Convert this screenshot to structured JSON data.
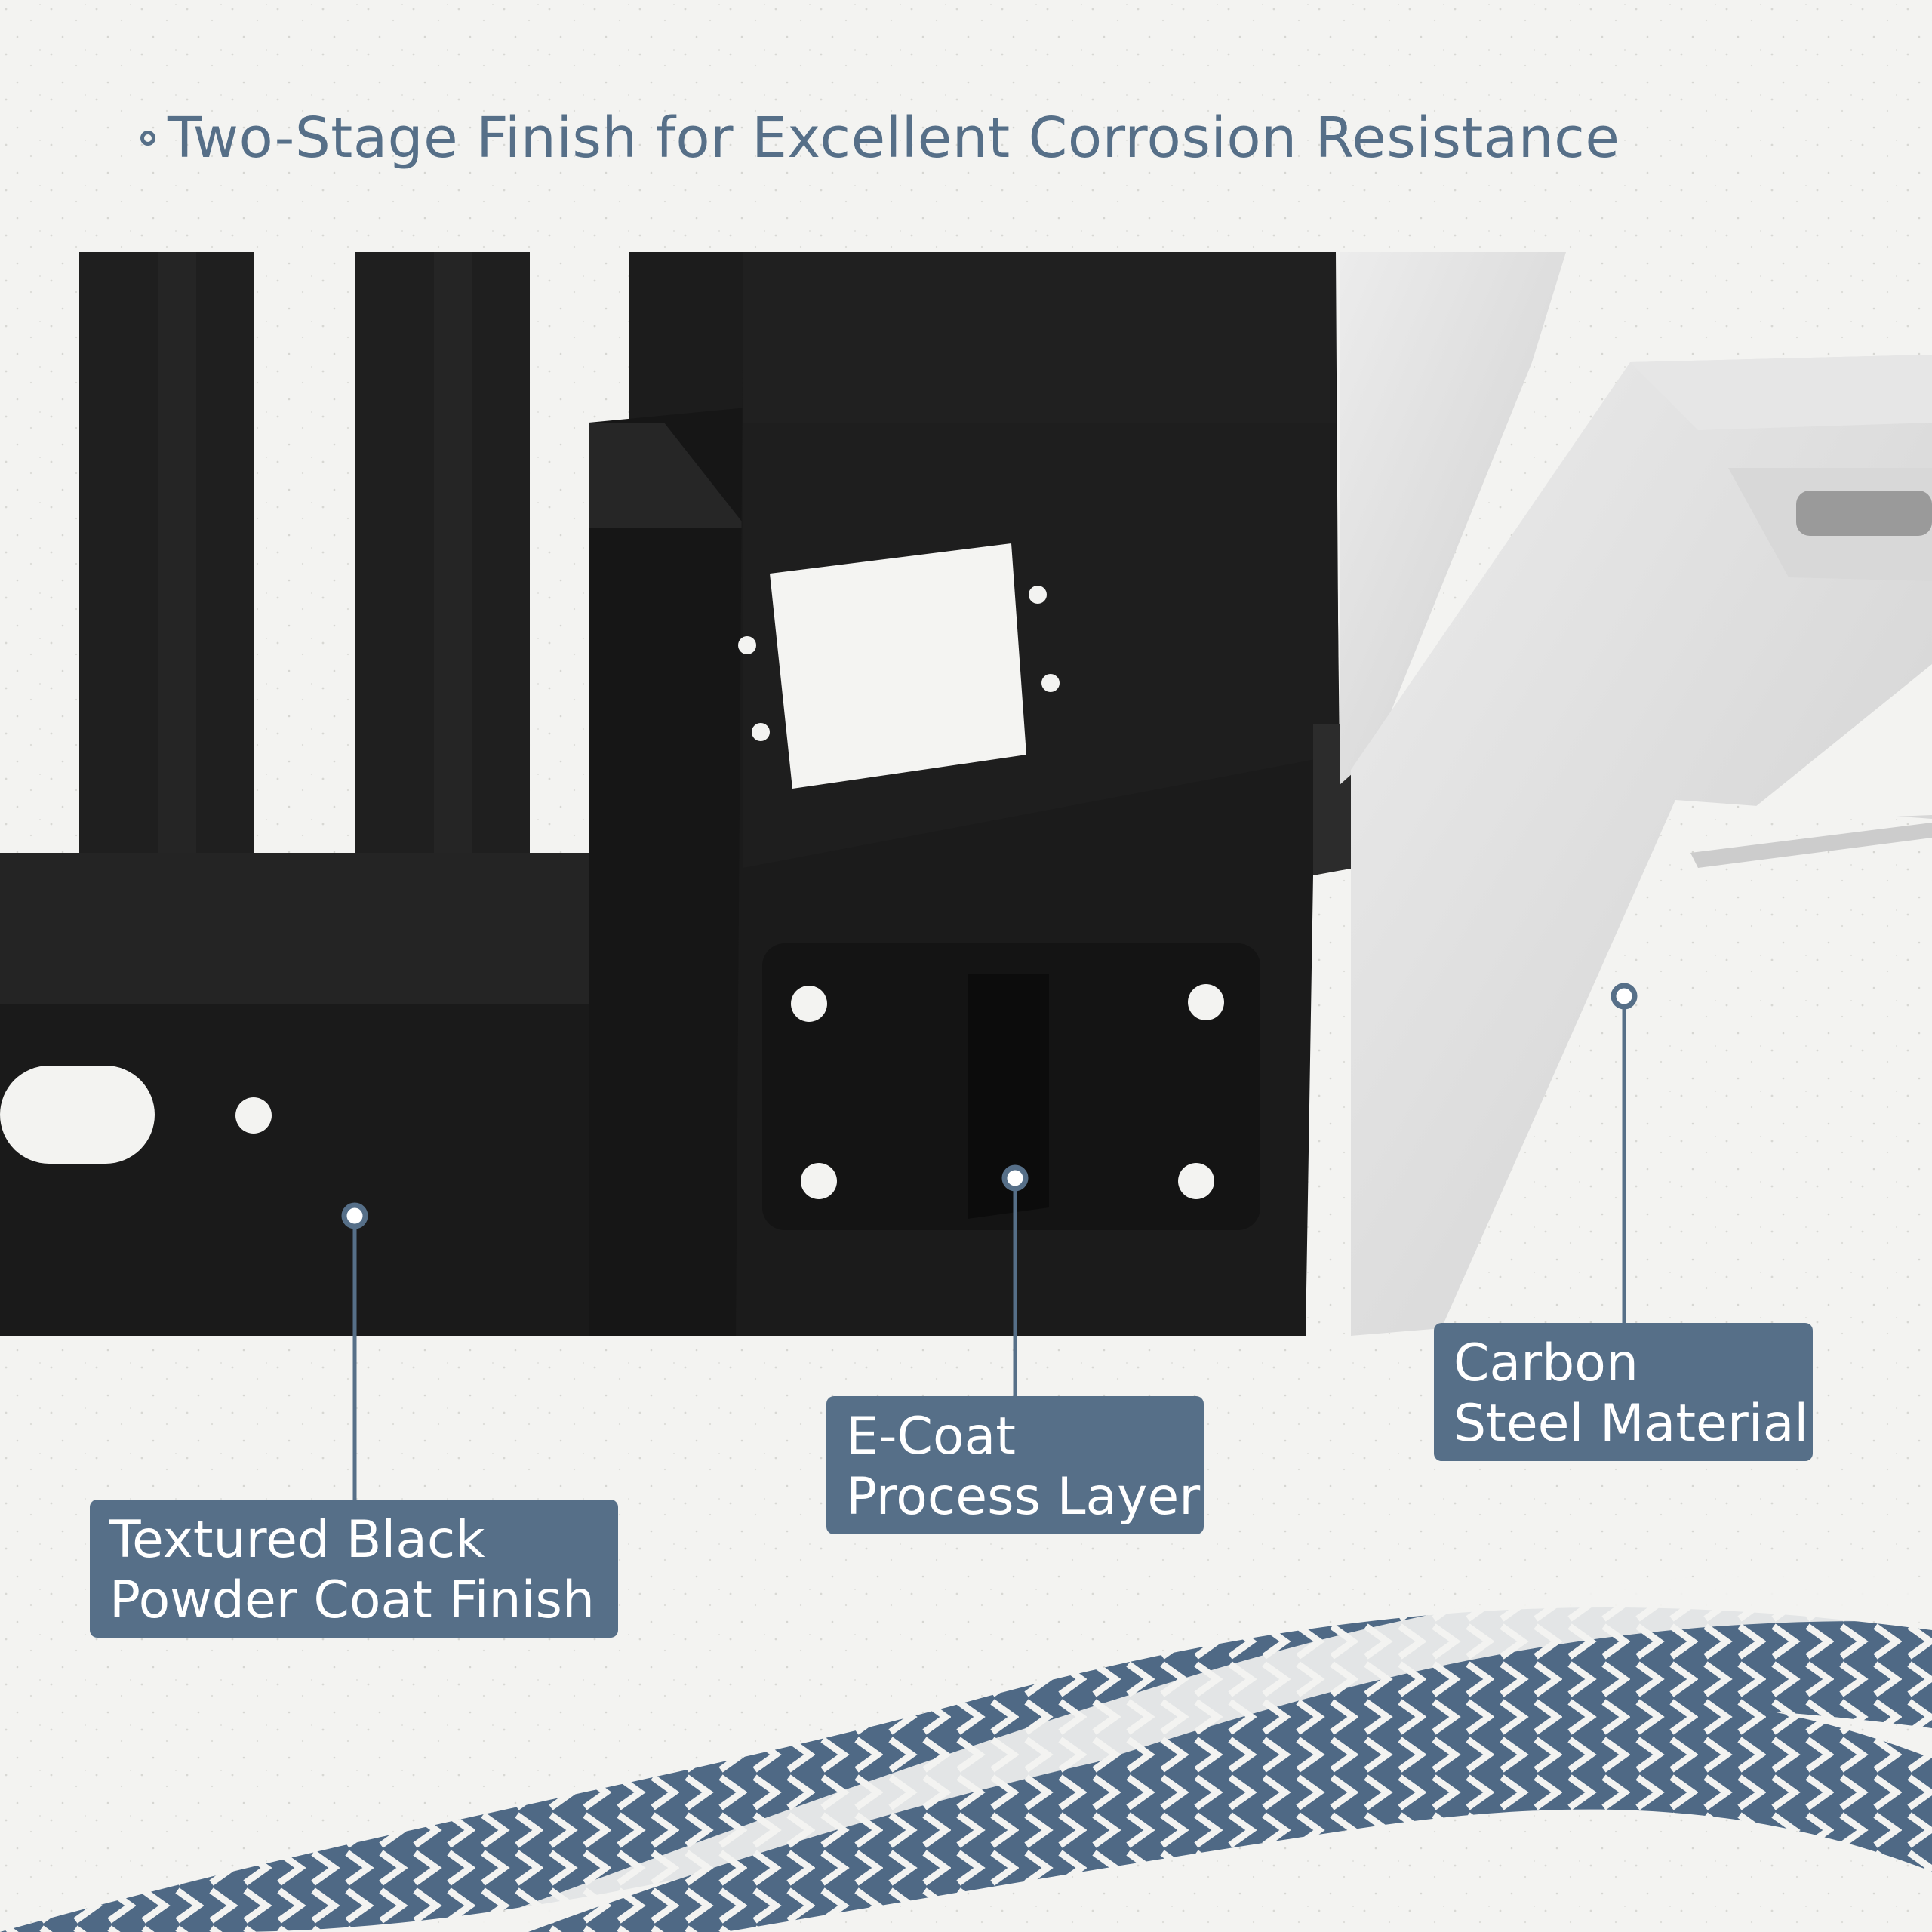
{
  "headline": {
    "text": "Two-Stage Finish for Excellent Corrosion Resistance"
  },
  "callouts": [
    {
      "line1": "Textured Black",
      "line2": "Powder Coat Finish"
    },
    {
      "line1": "E-Coat",
      "line2": "Process Layer"
    },
    {
      "line1": "Carbon",
      "line2": "Steel Material"
    }
  ],
  "colors": {
    "accent": "#566f88",
    "background": "#f3f3f1",
    "black_finish": "#1d1d1d",
    "raw_steel": "#dcdcdc"
  }
}
